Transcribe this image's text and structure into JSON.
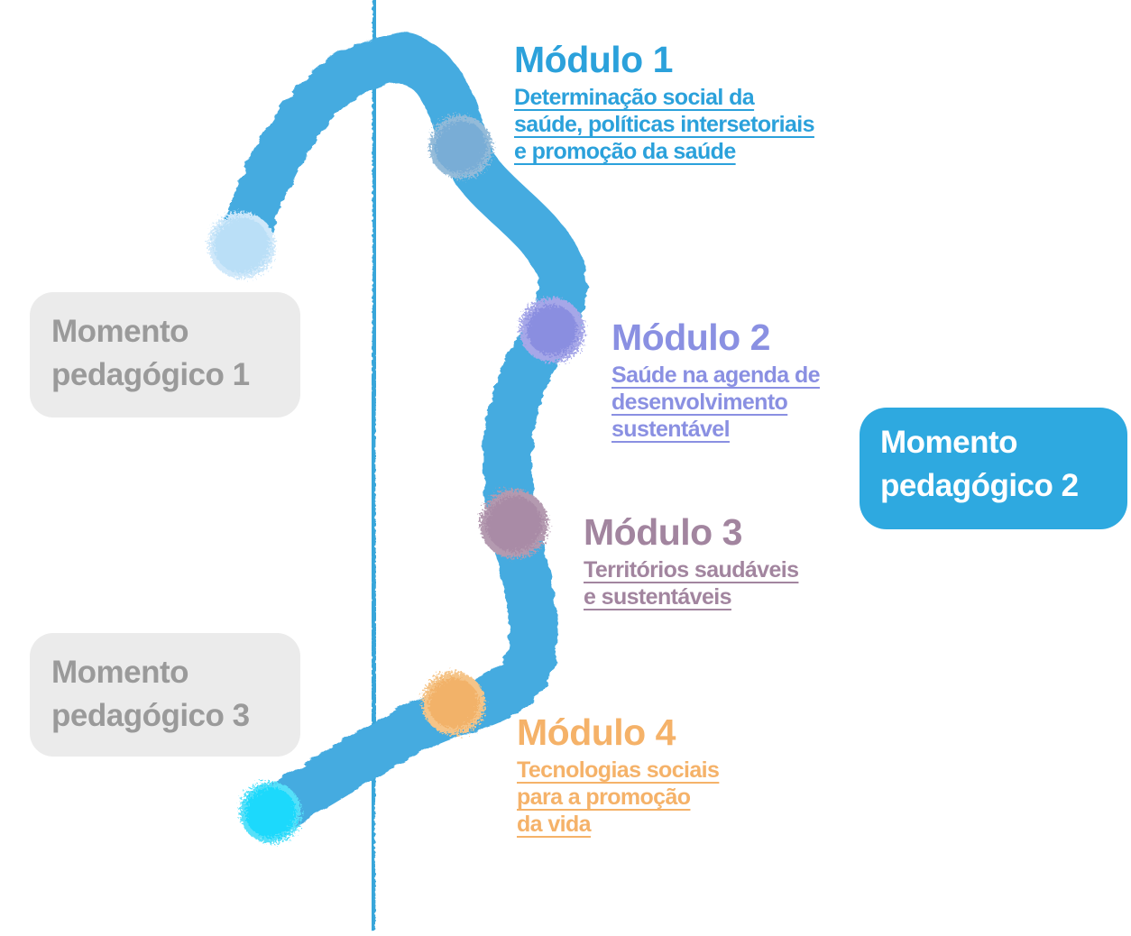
{
  "figure": {
    "background": "#ffffff",
    "axis_line_color": "#38a6da",
    "path_color": "#45abe0",
    "start_dot": {
      "core_color": "#badff7",
      "fringe_color": "#cfe8fa"
    },
    "end_dot": {
      "core_color": "#1fd9fc",
      "fringe_color": "#55e0f9"
    }
  },
  "modules": [
    {
      "title": "Módulo 1",
      "color": "#2ba1db",
      "subtitle_lines": [
        "Determinação social da",
        "saúde, políticas intersetoriais",
        "e promoção da saúde"
      ],
      "dot": {
        "core_color": "#79add6",
        "fringe_color": "#94bbd9"
      }
    },
    {
      "title": "Módulo 2",
      "color": "#8a90e2",
      "subtitle_lines": [
        "Saúde na agenda de",
        "desenvolvimento",
        "sustentável"
      ],
      "dot": {
        "core_color": "#8a8ee0",
        "fringe_color": "#a6a7e8"
      }
    },
    {
      "title": "Módulo 3",
      "color": "#a2859f",
      "subtitle_lines": [
        "Territórios saudáveis",
        "e sustentáveis"
      ],
      "dot": {
        "core_color": "#a98ba6",
        "fringe_color": "#b49ab0"
      }
    },
    {
      "title": "Módulo 4",
      "color": "#f5b269",
      "subtitle_lines": [
        "Tecnologias sociais",
        "para a promoção",
        "da vida"
      ],
      "dot": {
        "core_color": "#f2b269",
        "fringe_color": "#f5c488"
      }
    }
  ],
  "moments": [
    {
      "lines": [
        "Momento",
        "pedagógico 1"
      ],
      "bg_color": "#ebebeb",
      "text_color": "#9a9a9a"
    },
    {
      "lines": [
        "Momento",
        "pedagógico 2"
      ],
      "bg_color": "#2ea9e0",
      "text_color": "#ffffff"
    },
    {
      "lines": [
        "Momento",
        "pedagógico 3"
      ],
      "bg_color": "#ebebeb",
      "text_color": "#9a9a9a"
    }
  ]
}
